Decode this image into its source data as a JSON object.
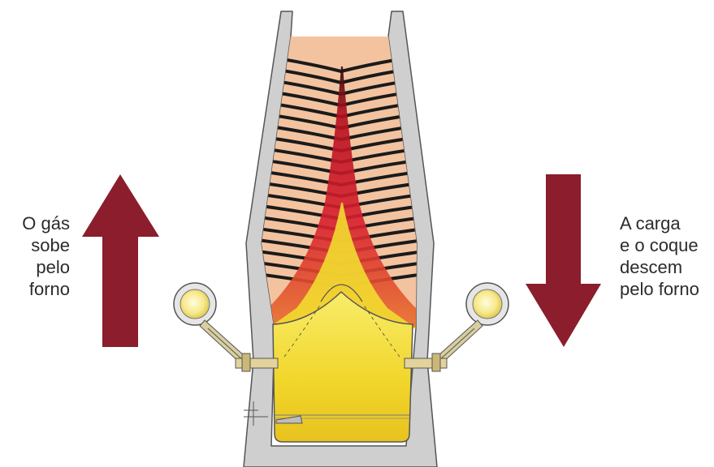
{
  "labels": {
    "gas_rises": [
      "O gás",
      "sobe",
      "pelo",
      "forno"
    ],
    "charge_descends": [
      "A carga",
      "e o coque",
      "descem",
      "pelo forno"
    ]
  },
  "colors": {
    "arrow": "#8b1d2c",
    "shell": "#cfcfcf",
    "shell_stroke": "#555555",
    "burden": "#f3c3a0",
    "coke": "#1a1a1a",
    "hot_zone": "#c8102e",
    "melt": "#f2dc30"
  },
  "icons": {
    "up_arrow": "up-arrow-icon",
    "down_arrow": "down-arrow-icon",
    "tuyere": "tuyere-icon"
  }
}
